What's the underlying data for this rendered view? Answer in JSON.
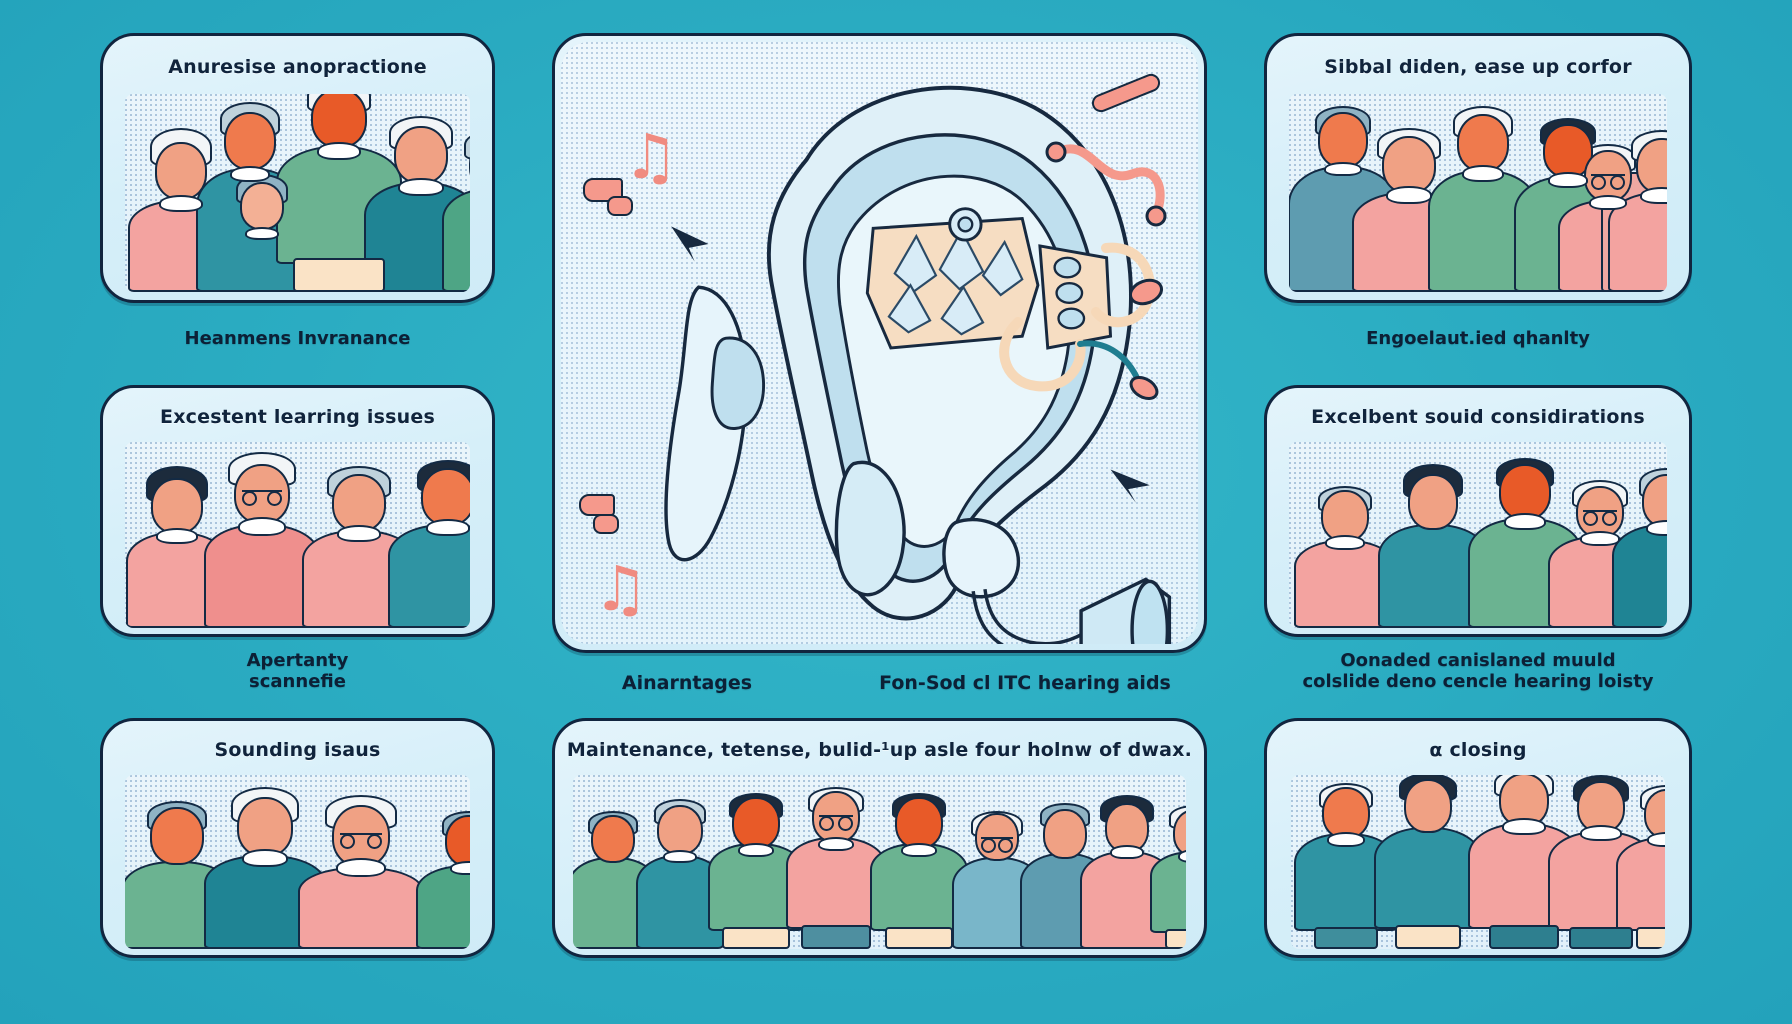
{
  "meta": {
    "background_color": "#2bafc4",
    "card_fill": "#ddf1fa",
    "outline_color": "#11253f",
    "accent_coral": "#f3a3a0",
    "accent_teal": "#1f8494",
    "accent_green": "#6bb391",
    "accent_orange": "#e85a28"
  },
  "panels": {
    "left": [
      {
        "id": "left-1",
        "title": "Anuresise anopractione",
        "caption": "Heanmens Invranance",
        "scene": "group-of-five-seniors"
      },
      {
        "id": "left-2",
        "title": "Excestent learring issues",
        "caption": "Apertanty\nscannefie",
        "caption_lines": [
          "Apertanty",
          "scannefie"
        ],
        "scene": "group-of-four-seniors"
      },
      {
        "id": "left-3",
        "title": "Sounding isaus",
        "caption": "",
        "scene": "group-of-four-seniors-profile"
      }
    ],
    "center": [
      {
        "id": "center-main",
        "title": "",
        "caption_left": "Ainarntages",
        "caption_right": "Fon-Sod cl ITC hearing aids",
        "scene": "cutaway-ear-with-hearing-aid"
      },
      {
        "id": "center-bottom",
        "title": "Maintenance,  tetense, bulid-¹up asle four holnw of dwax.",
        "caption": "",
        "scene": "group-of-nine-people"
      }
    ],
    "right": [
      {
        "id": "right-1",
        "title": "Sibbal diden, ease up corfor",
        "caption": "Engoelaut.ied qhanlty",
        "scene": "group-of-five-seniors"
      },
      {
        "id": "right-2",
        "title": "Excelbent souid considirations",
        "caption_lines": [
          "Oonaded canislaned muuld",
          "colslide deno cencle hearing loisty"
        ],
        "scene": "group-of-five-seniors-talking"
      },
      {
        "id": "right-3",
        "title": "α closing",
        "caption": "",
        "scene": "group-of-five-seniors-standing"
      }
    ]
  },
  "icons": {
    "music_note_glyph": "♫",
    "music_note_single": "♪",
    "arrow_glyph": "➤"
  }
}
